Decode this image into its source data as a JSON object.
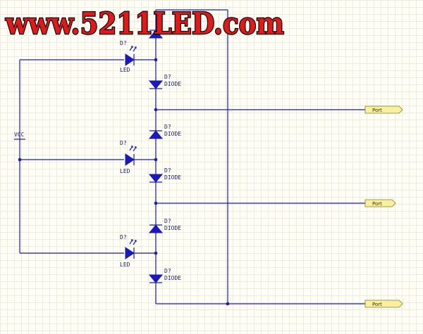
{
  "watermark": "www.5211LED.com",
  "vcc": "VCC",
  "leds": [
    {
      "ref": "D?",
      "value": "LED"
    },
    {
      "ref": "D?",
      "value": "LED"
    },
    {
      "ref": "D?",
      "value": "LED"
    }
  ],
  "diodes": [
    {
      "ref": "D?",
      "value": "DIODE"
    },
    {
      "ref": "D?",
      "value": "DIODE"
    },
    {
      "ref": "D?",
      "value": "DIODE"
    },
    {
      "ref": "D?",
      "value": "DIODE"
    },
    {
      "ref": "D?",
      "value": "DIODE"
    }
  ],
  "ports": [
    {
      "label": "Port"
    },
    {
      "label": "Port"
    },
    {
      "label": "Port"
    }
  ],
  "colors": {
    "wire": "#1a1ab8",
    "port_fill": "#f8f0a0",
    "watermark": "#e11919"
  }
}
